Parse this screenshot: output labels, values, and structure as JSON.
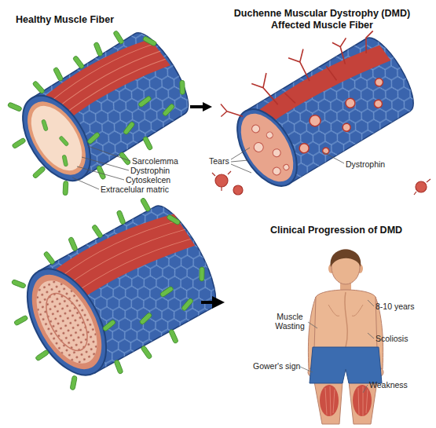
{
  "diagram": {
    "nodes": [
      {
        "text": [
          "Healthy Muscle Fiber"
        ]
      },
      {
        "text": [
          "Duchenne Muscular Dystrophy (DMD) Affected Muscle Fiber"
        ]
      },
      {
        "text": [
          "Clinical Progression of DMD"
        ]
      }
    ],
    "edges": [
      {
        "from": 0,
        "to": 1,
        "arrow": "to"
      }
    ],
    "labels": [
      "Sarcolemma",
      "Dystrophin",
      "Cytoskelcen",
      "Extracelular matric",
      "Tears",
      "Dystrophin",
      "Muscle Wasting",
      "8-10 years",
      "Scoliosis",
      "Gower's sign",
      "Weakness"
    ]
  }
}
